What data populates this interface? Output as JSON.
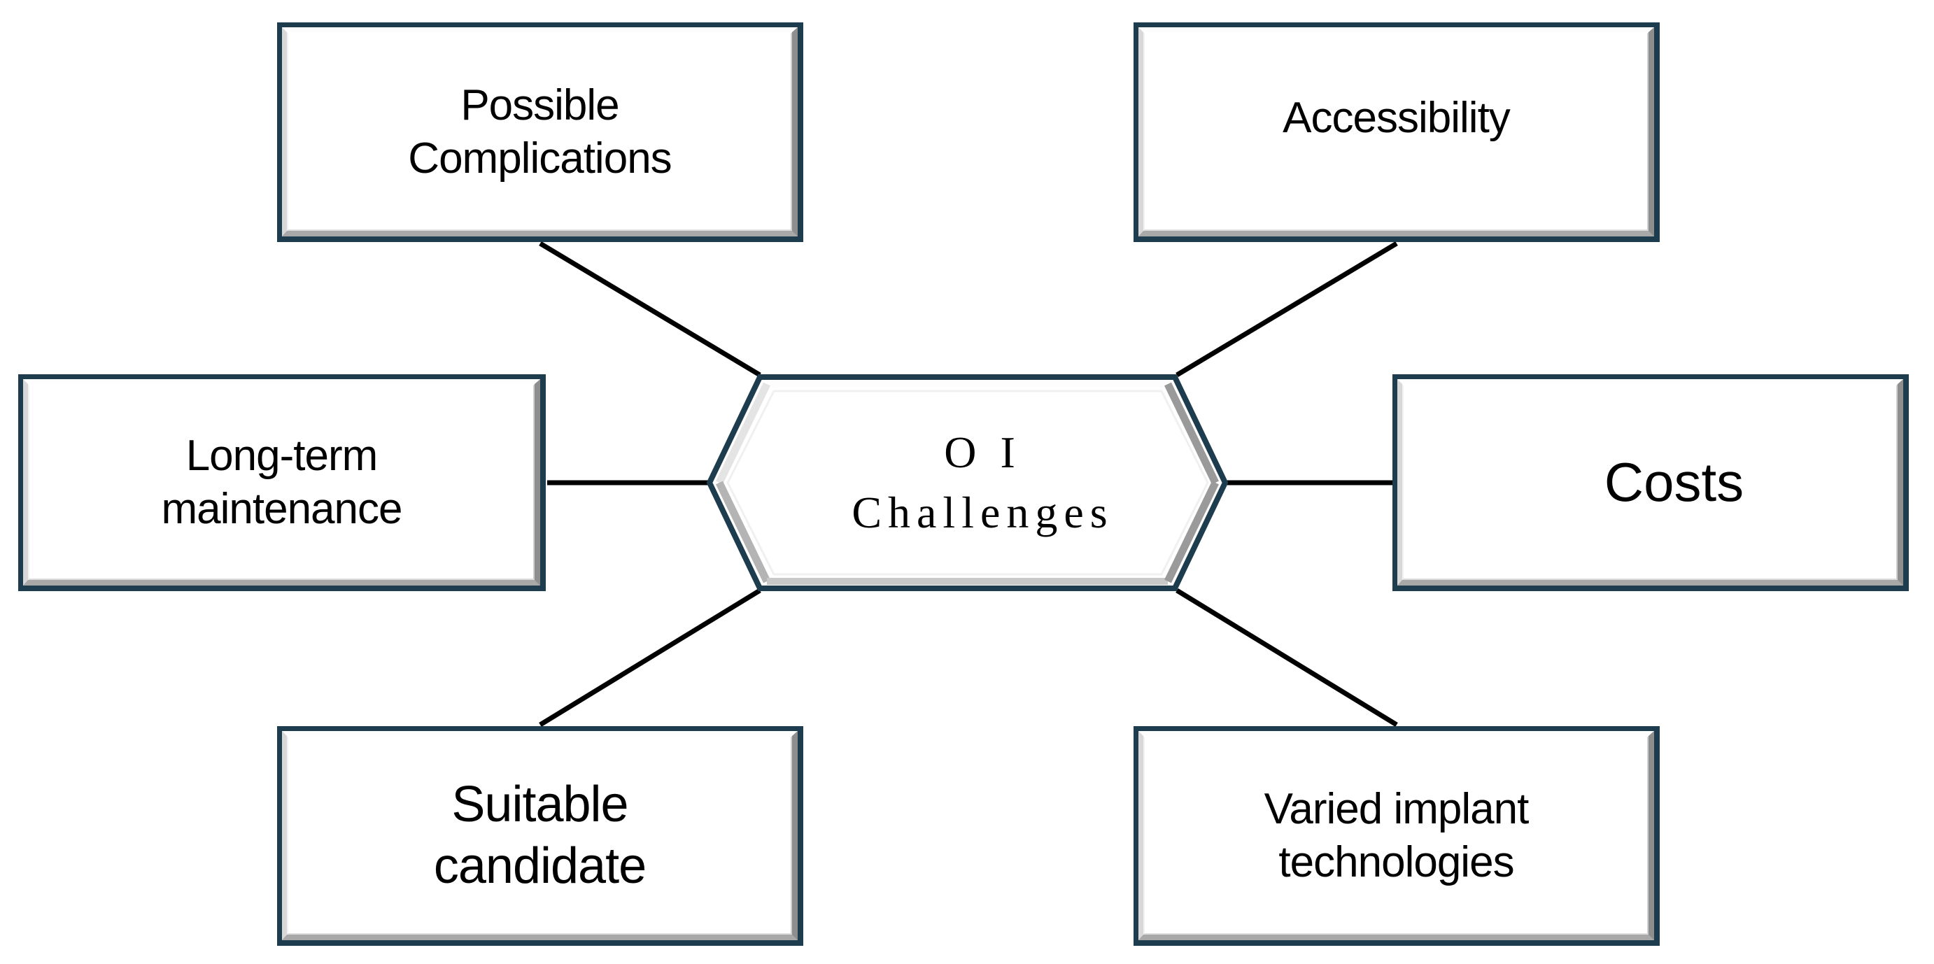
{
  "diagram": {
    "type": "mind-map",
    "title": "OI Challenges",
    "center": {
      "label": "O I\nChallenges",
      "shape": "hexagon"
    },
    "colors": {
      "border": "#1d3c4e",
      "bevel_light": "#fdfdfd",
      "bevel_shadow": "#8e8e8e",
      "fill": "#ffffff",
      "connector": "#000000",
      "text": "#000000"
    },
    "nodes": [
      {
        "id": "possible-complications",
        "label": "Possible\nComplications",
        "position": "top-left"
      },
      {
        "id": "accessibility",
        "label": "Accessibility",
        "position": "top-right"
      },
      {
        "id": "long-term-maintenance",
        "label": "Long-term\nmaintenance",
        "position": "middle-left"
      },
      {
        "id": "costs",
        "label": "Costs",
        "position": "middle-right"
      },
      {
        "id": "suitable-candidate",
        "label": "Suitable\ncandidate",
        "position": "bottom-left"
      },
      {
        "id": "varied-implant-technologies",
        "label": "Varied implant\ntechnologies",
        "position": "bottom-right"
      }
    ],
    "connectors": [
      {
        "from": "possible-complications",
        "to": "center"
      },
      {
        "from": "accessibility",
        "to": "center"
      },
      {
        "from": "long-term-maintenance",
        "to": "center"
      },
      {
        "from": "costs",
        "to": "center"
      },
      {
        "from": "suitable-candidate",
        "to": "center"
      },
      {
        "from": "varied-implant-technologies",
        "to": "center"
      }
    ]
  }
}
